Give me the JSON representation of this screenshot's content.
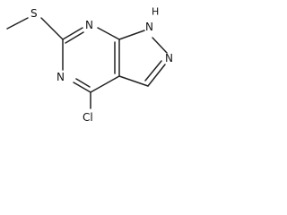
{
  "molecule": {
    "atoms": {
      "sulfur": "S",
      "chlorine": "Cl",
      "n_upper_left": "N",
      "n_lower_left": "N",
      "n_pyrazole": "N",
      "nh_h": "H",
      "nh_n": "N"
    },
    "colors": {
      "bond": "#222222",
      "label": "#111111",
      "background": "#ffffff"
    }
  }
}
